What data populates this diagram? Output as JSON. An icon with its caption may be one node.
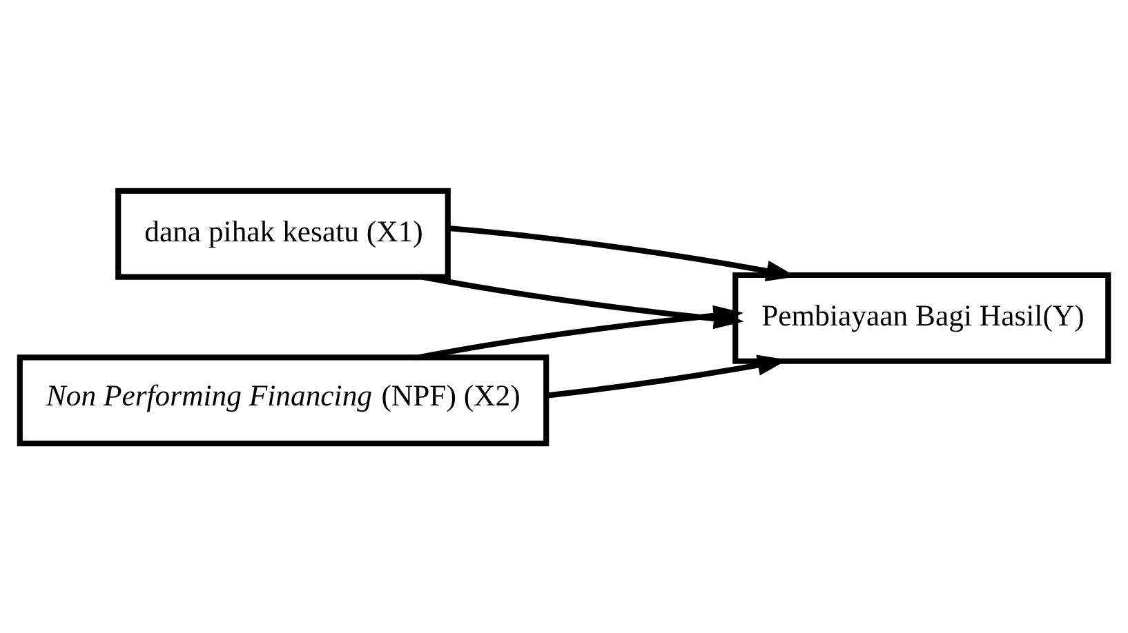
{
  "diagram": {
    "nodes": [
      {
        "text": [
          "dana pihak kesatu (X1)"
        ]
      },
      {
        "text": [
          "*Non Performing Financing* (NPF) (X2)"
        ]
      },
      {
        "text": [
          "Pembiayaan Bagi Hasil(Y)"
        ]
      }
    ],
    "edges": [
      {
        "from": 0,
        "to": 2,
        "arrow": "to"
      },
      {
        "from": 1,
        "to": 2,
        "arrow": "to"
      },
      {
        "from": 0,
        "to": 2,
        "arrow": "to"
      },
      {
        "from": 1,
        "to": 2,
        "arrow": "to"
      }
    ]
  }
}
